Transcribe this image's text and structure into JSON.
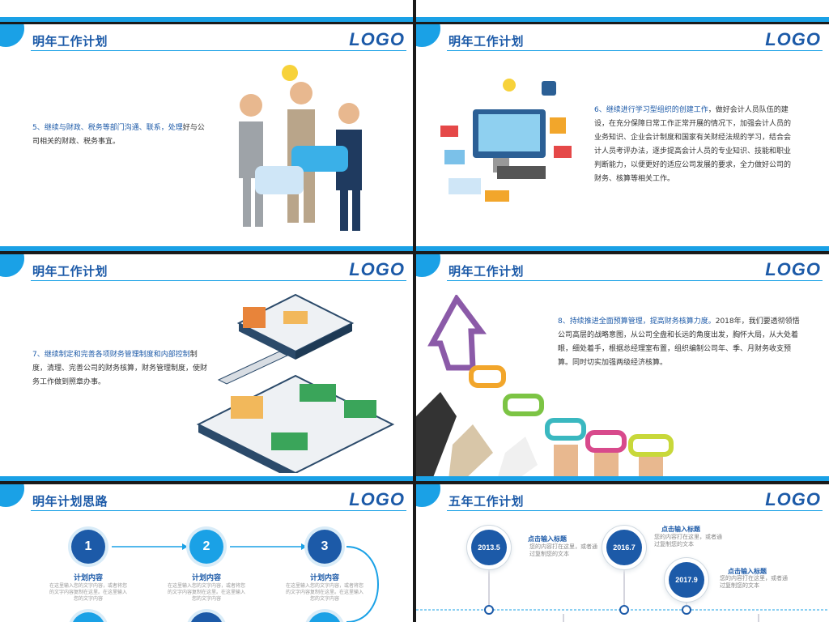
{
  "colors": {
    "accent": "#1aa1e6",
    "title": "#1c5aa8",
    "background": "#1a1a1a"
  },
  "logo_text": "LOGO",
  "slides": [
    {
      "title": "明年工作计划",
      "text_lead": "5、继续与财政、税务等部门沟通、联系，处理",
      "text_rest": "好与公司相关的财政、税务事宜。"
    },
    {
      "title": "明年工作计划",
      "text_lead": "6、继续进行学习型组织的创建工作",
      "text_rest": "，做好会计人员队伍的建设，在充分保障日常工作正常开展的情况下，加强会计人员的业务知识、企业会计制度和国家有关财经法规的学习，结合会计人员考评办法，逐步提高会计人员的专业知识、技能和职业判断能力，以便更好的适应公司发展的要求，全力做好公司的财务、核算等相关工作。"
    },
    {
      "title": "明年工作计划",
      "text_lead": "7、继续制定和完善各项财务管理制度和内部控制",
      "text_rest": "制度，清理、完善公司的财务核算，财务管理制度，使财务工作做到照章办事。"
    },
    {
      "title": "明年工作计划",
      "text_lead": "8、持续推进全面预算管理，提高财务核算力度。",
      "text_rest": "2018年，我们要透彻领悟公司高层的战略意图，从公司全盘和长远的角度出发，胸怀大局，从大处着眼，细处着手，根据总经理室布置，组织编制公司年、季、月财务收支预算。同时切实加强两级经济核算。"
    },
    {
      "title": "明年计划思路",
      "steps": [
        {
          "num": "1",
          "label": "计划内容",
          "desc": "在这里输入您的文字内容，或者将您的文字内容复制在这里。在这里输入您的文字内容"
        },
        {
          "num": "2",
          "label": "计划内容",
          "desc": "在这里输入您的文字内容，或者将您的文字内容复制在这里。在这里输入您的文字内容"
        },
        {
          "num": "3",
          "label": "计划内容",
          "desc": "在这里输入您的文字内容，或者将您的文字内容复制在这里。在这里输入您的文字内容"
        }
      ]
    },
    {
      "title": "五年工作计划",
      "milestones": [
        {
          "year": "2013.5",
          "title": "点击输入标题",
          "desc": "您的内容打在这里，或者通过复制您的文本"
        },
        {
          "year": "2016.7",
          "title": "点击输入标题",
          "desc": "您的内容打在这里，或者通过复制您的文本"
        },
        {
          "year": "2017.9",
          "title": "点击输入标题",
          "desc": "您的内容打在这里，或者通过复制您的文本"
        }
      ]
    }
  ]
}
